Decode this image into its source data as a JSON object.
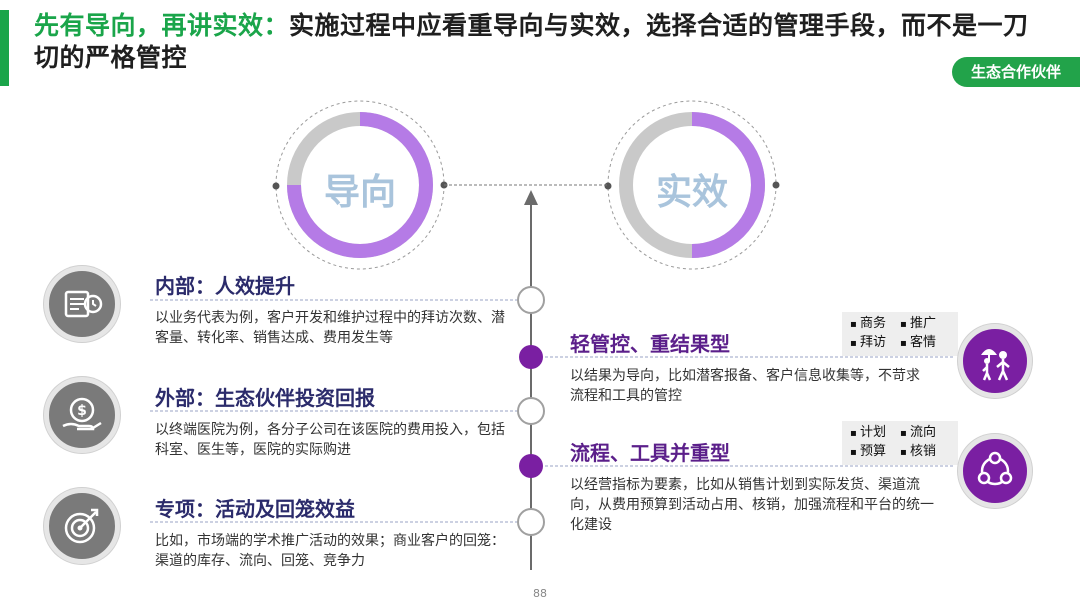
{
  "title": {
    "highlight": "先有导向，再讲实效：",
    "rest": "实施过程中应看重导向与实效，选择合适的管理手段，而不是一刀切的严格管控"
  },
  "badge": "生态合作伙伴",
  "rings": {
    "left": "导向",
    "right": "实效"
  },
  "left_sections": [
    {
      "icon": "document-clock-icon",
      "heading": "内部：人效提升",
      "text": "以业务代表为例，客户开发和维护过程中的拜访次数、潜客量、转化率、销售达成、费用发生等"
    },
    {
      "icon": "dollar-hand-icon",
      "heading": "外部：生态伙伴投资回报",
      "text": "以终端医院为例，各分子公司在该医院的费用投入，包括科室、医生等，医院的实际购进"
    },
    {
      "icon": "target-icon",
      "heading": "专项：活动及回笼效益",
      "text": "比如，市场端的学术推广活动的效果；商业客户的回笼：渠道的库存、流向、回笼、竞争力"
    }
  ],
  "right_sections": [
    {
      "icon": "people-umbrella-icon",
      "heading": "轻管控、重结果型",
      "text": "以结果为导向，比如潜客报备、客户信息收集等，不苛求流程和工具的管控",
      "tags": [
        "商务",
        "推广",
        "拜访",
        "客情"
      ]
    },
    {
      "icon": "network-cycle-icon",
      "heading": "流程、工具并重型",
      "text": "以经营指标为要素，比如从销售计划到实际发货、渠道流向，从费用预算到活动占用、核销，加强流程和平台的统一化建设",
      "tags": [
        "计划",
        "流向",
        "预算",
        "核销"
      ]
    }
  ],
  "page_number": "88",
  "colors": {
    "green": "#1aa54a",
    "purple": "#7a1fa2",
    "ring_purple": "#b57be6",
    "ring_gray": "#bdbdbd"
  }
}
